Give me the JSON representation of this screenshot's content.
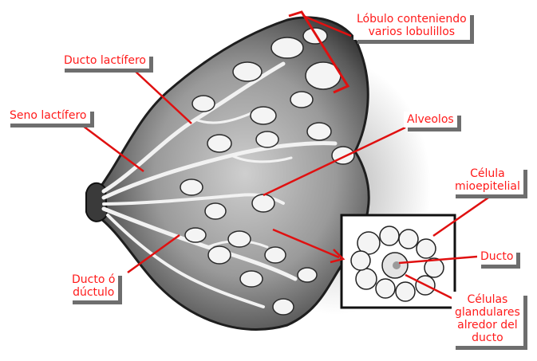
{
  "colors": {
    "label_text": "#ff1a1a",
    "leader_line": "#e01010",
    "label_shadow": "#6e6e6e",
    "tissue_dark": "#2a2a2a",
    "tissue_mid": "#8a8a8a",
    "lobule_fill": "#f4f4f4"
  },
  "labels": {
    "lobulo": [
      "Lóbulo conteniendo",
      "varios lobulillos"
    ],
    "ducto_lactifero": "Ducto lactífero",
    "seno_lactifero": "Seno lactífero",
    "alveolos": "Alveolos",
    "celula_mioepitelial": [
      "Célula",
      "mioepitelial"
    ],
    "ducto": "Ducto",
    "ducto_ductulo": [
      "Ducto ó",
      "dúctulo"
    ],
    "celulas_glandulares": [
      "Células",
      "glandulares",
      "alredor del",
      "ducto"
    ]
  }
}
